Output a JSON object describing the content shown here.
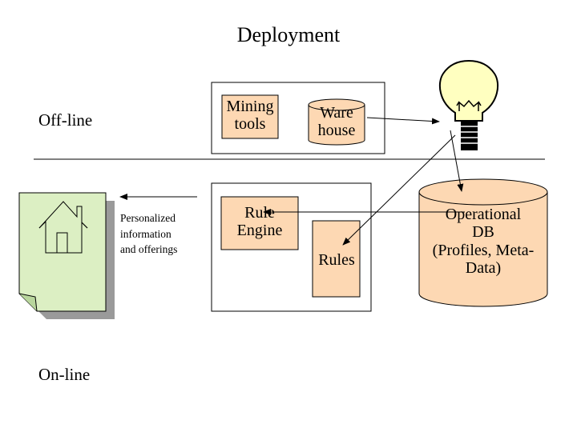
{
  "title": "Deployment",
  "lanes": {
    "offline": "Off-line",
    "online": "On-line"
  },
  "offline_system": {
    "mining_tools": [
      "Mining",
      "tools"
    ],
    "warehouse": [
      "Ware",
      "house"
    ]
  },
  "online_system": {
    "rule_engine": [
      "Rule",
      "Engine"
    ],
    "rules": "Rules"
  },
  "operational_db": [
    "Operational",
    "DB",
    "(Profiles, Meta-",
    "Data)"
  ],
  "personalized_output": [
    "Personalized",
    "information",
    "and offerings"
  ],
  "icons": {
    "bulb": "lightbulb-icon",
    "document": "web-page-icon",
    "house": "house-icon"
  },
  "colors": {
    "component_fill": "#fdd8b3",
    "db_fill": "#fdd8b3",
    "document_fill": "#dcefc3",
    "bulb_fill": "#ffffc0"
  }
}
